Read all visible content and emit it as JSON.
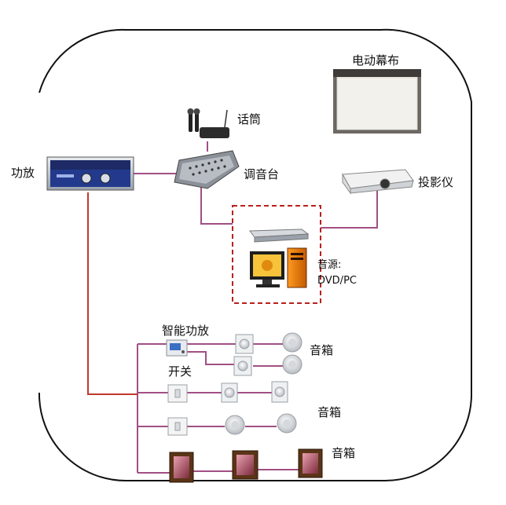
{
  "labels": {
    "screen": "电动幕布",
    "mic": "话筒",
    "amplifier": "功放",
    "mixer": "调音台",
    "projector": "投影仪",
    "source_title": "音源:",
    "source_devices": "DVD/PC",
    "smart_amp": "智能功放",
    "switch": "开关",
    "speaker_row1": "音箱",
    "speaker_row2": "音箱",
    "speaker_row3": "音箱"
  },
  "colors": {
    "wire": "#a14f84",
    "wire_red": "#c0392b",
    "source_box": "#b9201e",
    "frame": "#111111"
  }
}
